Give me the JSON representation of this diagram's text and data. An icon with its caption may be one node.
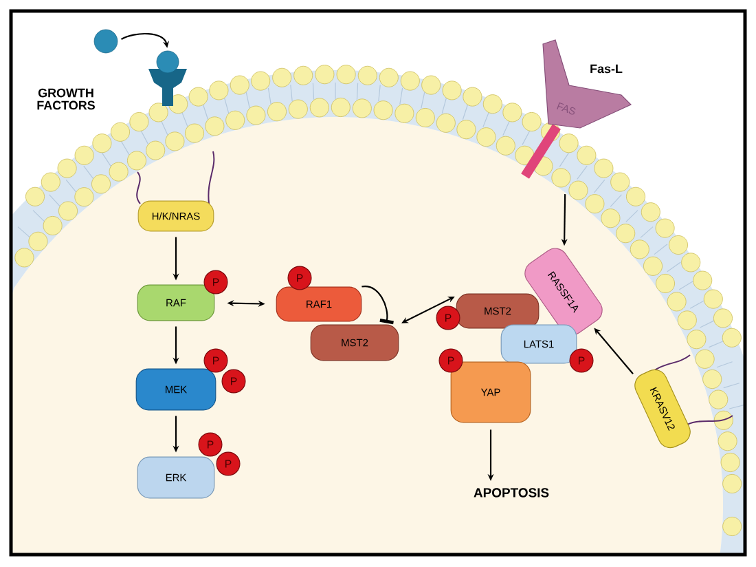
{
  "diagram": {
    "nodes": [
      {
        "text": [],
        "shape": "circle",
        "beside": [
          "GROWTH FACTORS"
        ]
      },
      {
        "text": [],
        "shape": "picture"
      },
      {
        "text": [
          "FAS"
        ],
        "beside": [
          "Fas-L"
        ]
      },
      {
        "text": [
          "H/K/NRAS"
        ]
      },
      {
        "text": [
          "RAF"
        ]
      },
      {
        "text": [
          "RAF1"
        ]
      },
      {
        "text": [
          "MST2"
        ]
      },
      {
        "text": [
          "MST2"
        ]
      },
      {
        "text": [
          "RASSF1A"
        ]
      },
      {
        "text": [
          "LATS1"
        ]
      },
      {
        "text": [
          "YAP"
        ]
      },
      {
        "text": [
          "KRASV12"
        ]
      },
      {
        "text": [
          "MEK"
        ]
      },
      {
        "text": [
          "ERK"
        ]
      },
      {
        "text": [
          "APOPTOSIS"
        ]
      },
      {
        "text": [
          "P"
        ]
      },
      {
        "text": [
          "P"
        ]
      },
      {
        "text": [
          "P"
        ]
      },
      {
        "text": [
          "P"
        ]
      },
      {
        "text": [
          "P"
        ]
      },
      {
        "text": [
          "P"
        ]
      },
      {
        "text": [
          "P"
        ]
      },
      {
        "text": [
          "P"
        ]
      },
      {
        "text": [
          "P"
        ]
      }
    ],
    "edges": [
      {
        "from": 0,
        "to": 1,
        "arrow": "to"
      },
      {
        "from": 3,
        "to": 4,
        "arrow": "to"
      },
      {
        "from": 4,
        "to": 12,
        "arrow": "to"
      },
      {
        "from": 12,
        "to": 13,
        "arrow": "to"
      },
      {
        "from": 4,
        "to": 5,
        "arrow": "both"
      },
      {
        "from": 5,
        "to": 6,
        "arrow": "other"
      },
      {
        "from": 6,
        "to": 7,
        "arrow": "both"
      },
      {
        "from": 2,
        "to": 8,
        "arrow": "to"
      },
      {
        "from": 11,
        "to": 8,
        "arrow": "to"
      },
      {
        "from": 10,
        "to": 14,
        "arrow": "to"
      }
    ]
  }
}
